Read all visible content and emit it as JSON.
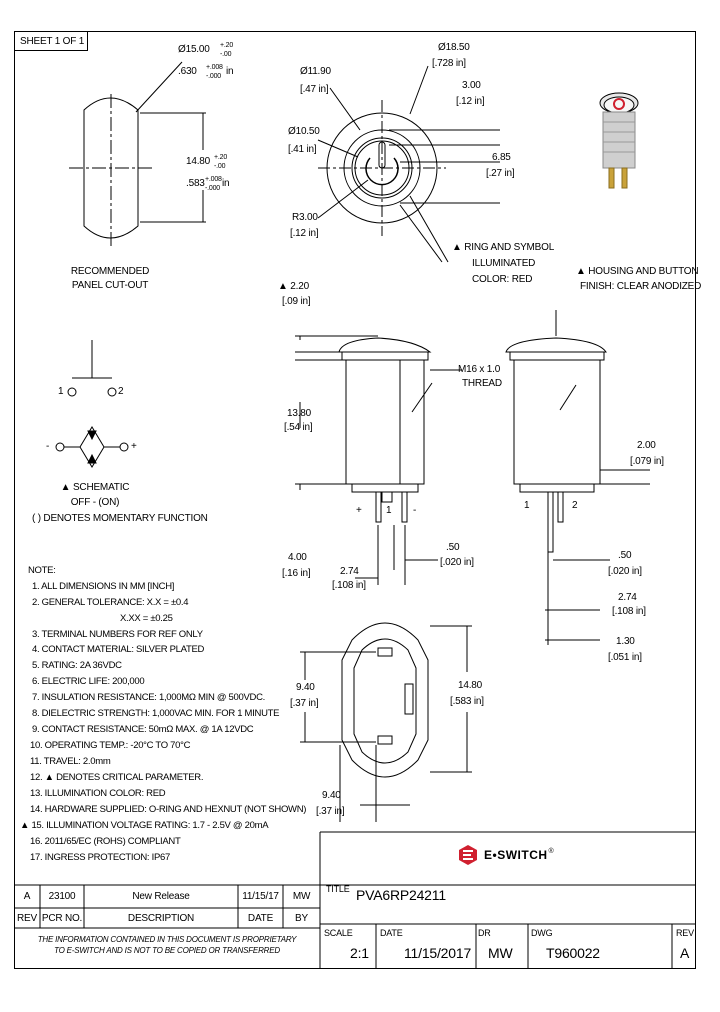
{
  "sheet_label": "SHEET 1 OF 1",
  "cutout": {
    "dia_mm": "Ø15.00",
    "dia_tol_mm_plus": "+.20",
    "dia_tol_mm_minus": "-.00",
    "dia_in": ".630",
    "dia_tol_in_plus": "+.008",
    "dia_tol_in_minus": "-.000",
    "dia_in_unit": "in",
    "flat_mm": "14.80",
    "flat_tol_mm_plus": "+.20",
    "flat_tol_mm_minus": "-.00",
    "flat_in": ".583",
    "flat_tol_in_plus": "+.008",
    "flat_tol_in_minus": "-.000",
    "flat_in_unit": "in",
    "caption_line1": "RECOMMENDED",
    "caption_line2": "PANEL CUT-OUT"
  },
  "top_view": {
    "d1190": "Ø11.90",
    "d1190_in": "[.47 in]",
    "d1850": "Ø18.50",
    "d1850_in": "[.728 in]",
    "d300": "3.00",
    "d300_in": "[.12 in]",
    "d1050": "Ø10.50",
    "d1050_in": "[.41 in]",
    "d685": "6.85",
    "d685_in": "[.27 in]",
    "r300": "R3.00",
    "r300_in": "[.12 in]",
    "ring_note_line1": "RING AND SYMBOL",
    "ring_note_line2": "ILLUMINATED",
    "ring_note_line3": "COLOR: RED"
  },
  "side_view": {
    "d220": "2.20",
    "d220_in": "[.09 in]",
    "d1380": "13.80",
    "d1380_in": "[.54 in]",
    "thread_line1": "M16 x 1.0",
    "thread_line2": "THREAD",
    "d400": "4.00",
    "d400_in": "[.16 in]",
    "d274": "2.74",
    "d274_in": "[.108 in]",
    "d050": ".50",
    "d050_in": "[.020 in]",
    "term_plus": "+",
    "term_1": "1",
    "term_minus": "-",
    "housing_line1": "HOUSING AND BUTTON",
    "housing_line2": "FINISH: CLEAR ANODIZED",
    "d200": "2.00",
    "d200_in": "[.079 in]",
    "r_term_1": "1",
    "r_term_2": "2",
    "r_d050": ".50",
    "r_d050_in": "[.020 in]",
    "r_d274": "2.74",
    "r_d274_in": "[.108 in]",
    "r_d130": "1.30",
    "r_d130_in": "[.051 in]"
  },
  "schematic": {
    "pin1": "1",
    "pin2": "2",
    "minus": "-",
    "plus": "+",
    "title": "SCHEMATIC",
    "mode": "OFF - (ON)",
    "note": "( ) DENOTES MOMENTARY FUNCTION"
  },
  "bottom_view": {
    "d940_v": "9.40",
    "d940_v_in": "[.37 in]",
    "d1480": "14.80",
    "d1480_in": "[.583 in]",
    "d940_h": "9.40",
    "d940_h_in": "[.37 in]"
  },
  "notes": {
    "heading": "NOTE:",
    "items": [
      "1. ALL DIMENSIONS IN MM [INCH]",
      "2. GENERAL TOLERANCE: X.X = ±0.4",
      "X.XX = ±0.25",
      "3. TERMINAL NUMBERS FOR REF ONLY",
      "4. CONTACT MATERIAL: SILVER PLATED",
      "5. RATING: 2A 36VDC",
      "6. ELECTRIC LIFE: 200,000",
      "7. INSULATION RESISTANCE: 1,000MΩ MIN @ 500VDC.",
      "8. DIELECTRIC STRENGTH: 1,000VAC MIN. FOR 1 MINUTE",
      "9. CONTACT RESISTANCE: 50mΩ MAX. @ 1A 12VDC",
      "10. OPERATING TEMP.: -20°C TO 70°C",
      "11. TRAVEL: 2.0mm",
      "12. ▲ DENOTES CRITICAL PARAMETER.",
      "13. ILLUMINATION COLOR: RED",
      "14. HARDWARE SUPPLIED: O-RING AND HEXNUT (NOT SHOWN)",
      "▲ 15. ILLUMINATION VOLTAGE RATING: 1.7 - 2.5V @ 20mA",
      "16. 2011/65/EC (ROHS) COMPLIANT",
      "17. INGRESS PROTECTION: IP67"
    ]
  },
  "revision_table": {
    "rev": "A",
    "pcr": "23100",
    "description": "New Release",
    "date": "11/15/17",
    "by": "MW",
    "h_rev": "REV",
    "h_pcr": "PCR NO.",
    "h_desc": "DESCRIPTION",
    "h_date": "DATE",
    "h_by": "BY"
  },
  "confidential_line1": "THE INFORMATION CONTAINED IN THIS DOCUMENT IS PROPRIETARY",
  "confidential_line2": "TO E-SWITCH AND IS NOT TO BE COPIED OR TRANSFERRED",
  "title_block": {
    "brand": "E•SWITCH",
    "brand_mark": "®",
    "title_label": "TITLE",
    "title": "PVA6RP24211",
    "scale_label": "SCALE",
    "scale": "2:1",
    "date_label": "DATE",
    "date": "11/15/2017",
    "dr_label": "DR",
    "dr": "MW",
    "dwg_label": "DWG",
    "dwg": "T960022",
    "rev_label": "REV",
    "rev": "A"
  },
  "colors": {
    "accent_red": "#d0202f",
    "line": "#000000"
  }
}
